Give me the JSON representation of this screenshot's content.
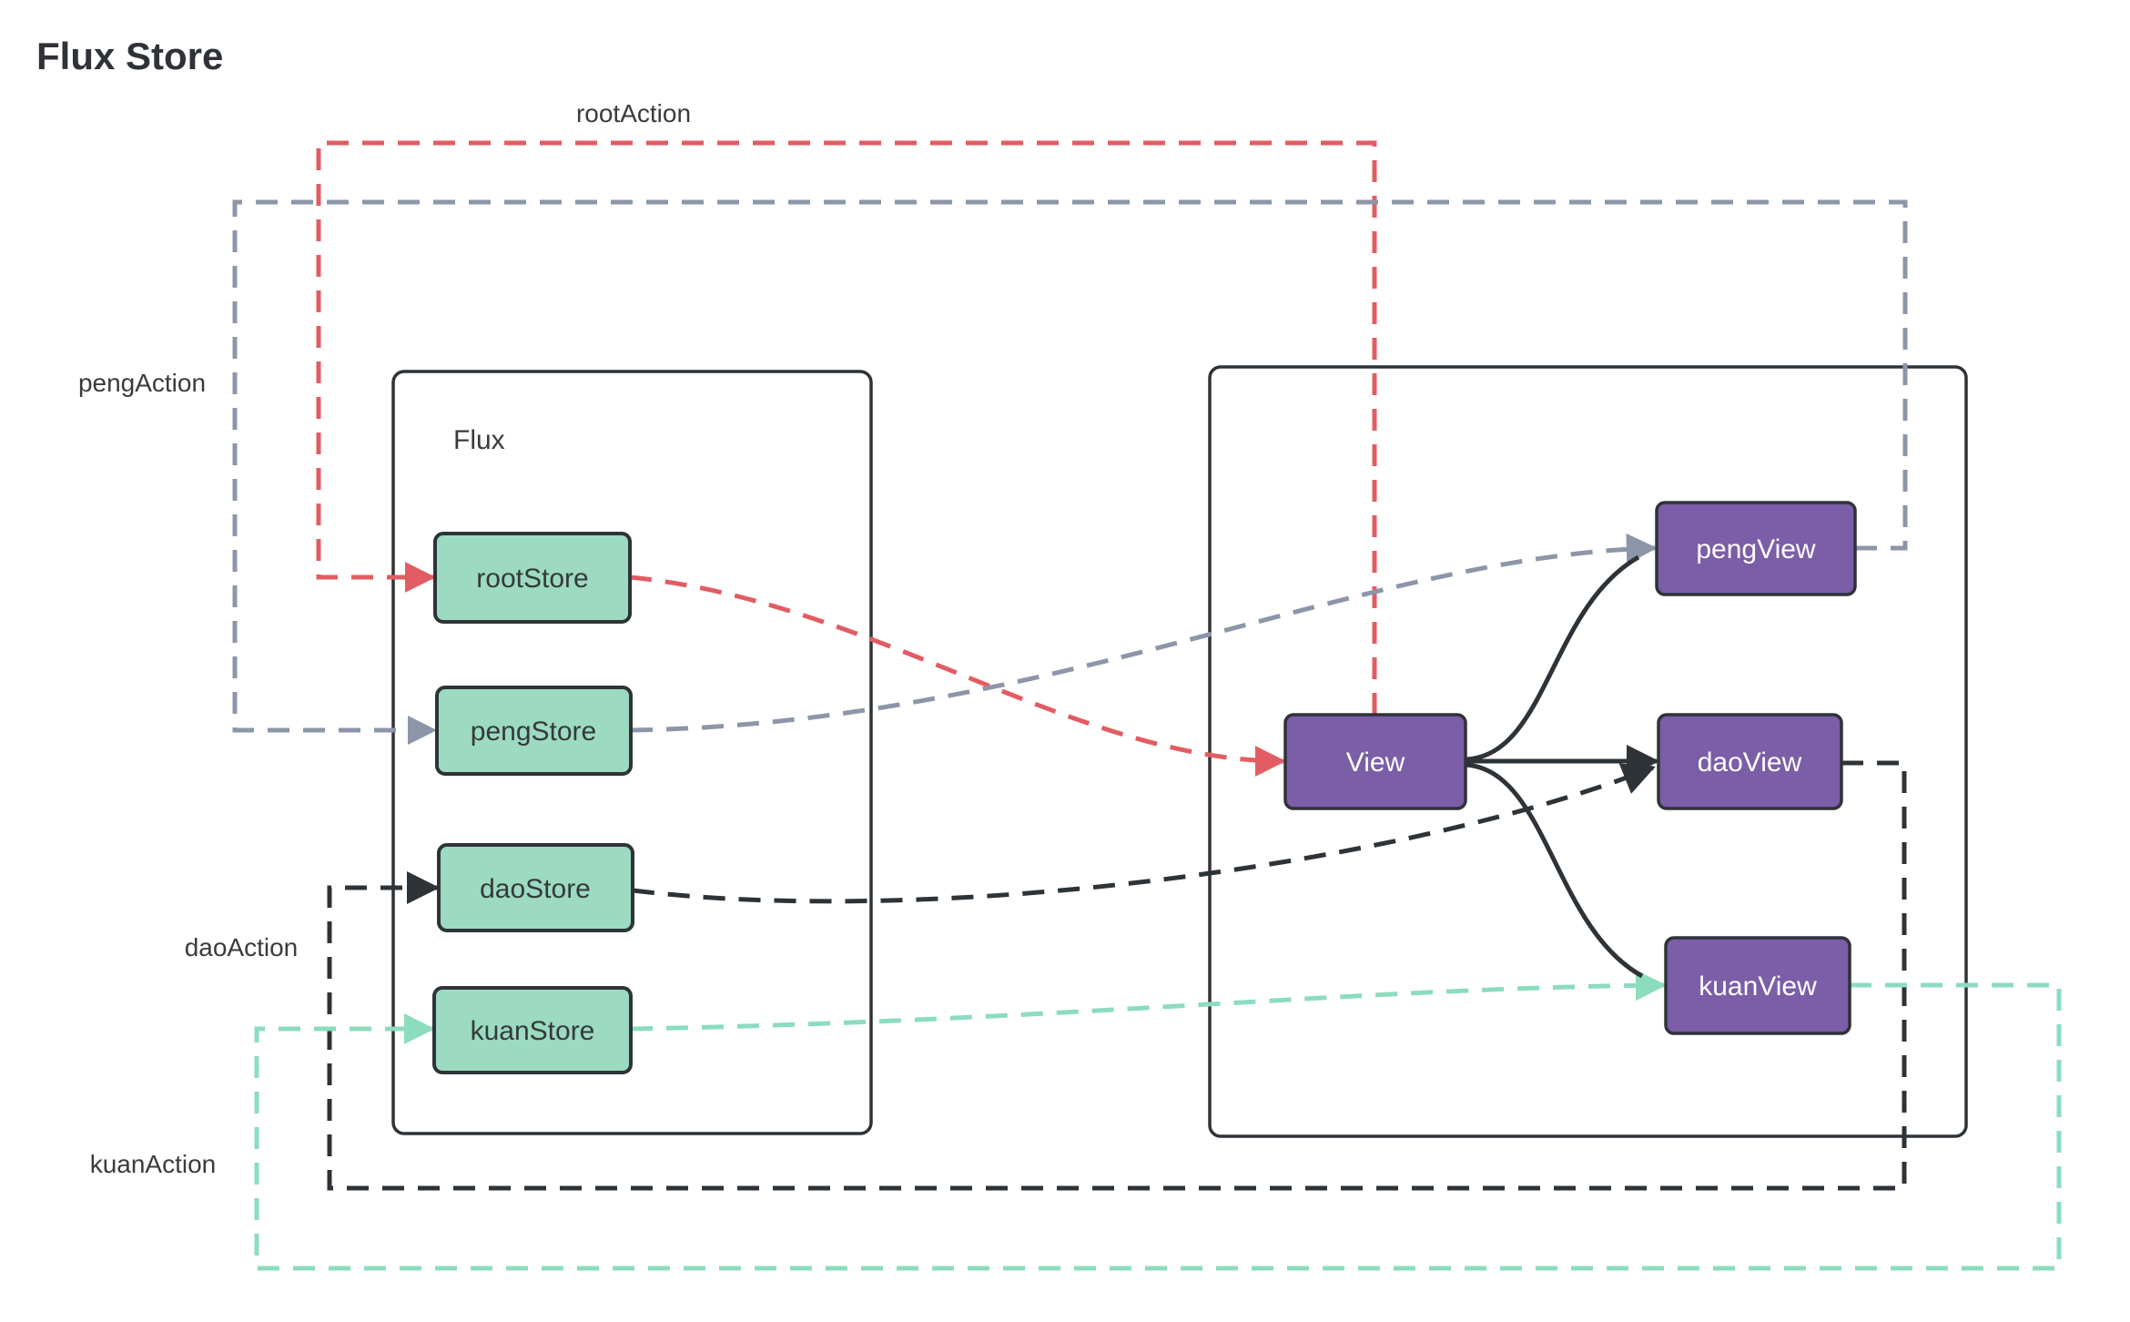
{
  "title": "Flux Store",
  "palette": {
    "background": "#ffffff",
    "store_fill": "#9cdac2",
    "view_fill": "#7b5ea7",
    "box_border": "#2e3338",
    "text": "#3b3b3d",
    "view_text": "#ffffff",
    "solid_edge": "#2e3338"
  },
  "containers": {
    "flux": {
      "label": "Flux"
    }
  },
  "nodes": {
    "root_store": "rootStore",
    "peng_store": "pengStore",
    "dao_store": "daoStore",
    "kuan_store": "kuanStore",
    "view": "View",
    "peng_view": "pengView",
    "dao_view": "daoView",
    "kuan_view": "kuanView"
  },
  "edges": {
    "root_action": {
      "label": "rootAction",
      "color": "#e25c63"
    },
    "peng_action": {
      "label": "pengAction",
      "color": "#8d96a8"
    },
    "dao_action": {
      "label": "daoAction",
      "color": "#2e3338"
    },
    "kuan_action": {
      "label": "kuanAction",
      "color": "#8cdcbe"
    }
  }
}
